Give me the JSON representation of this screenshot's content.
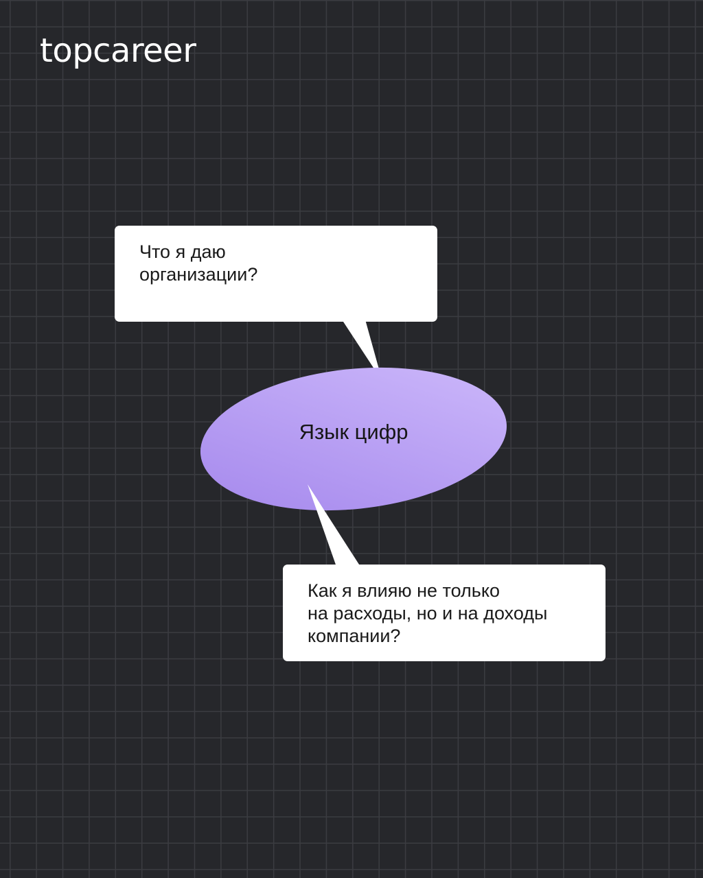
{
  "brand": {
    "logo_text": "topcareer"
  },
  "bubbles": {
    "top": {
      "lines": [
        "Что я даю",
        "организации?"
      ]
    },
    "center": {
      "label": "Язык цифр"
    },
    "bottom": {
      "lines": [
        "Как я влияю не только",
        "на расходы, но и на доходы",
        "компании?"
      ]
    }
  },
  "colors": {
    "background": "#26272b",
    "grid": "#3b3c41",
    "bubble_white": "#ffffff",
    "ellipse_gradient_start": "#a98bec",
    "ellipse_gradient_end": "#cbb6fa"
  }
}
